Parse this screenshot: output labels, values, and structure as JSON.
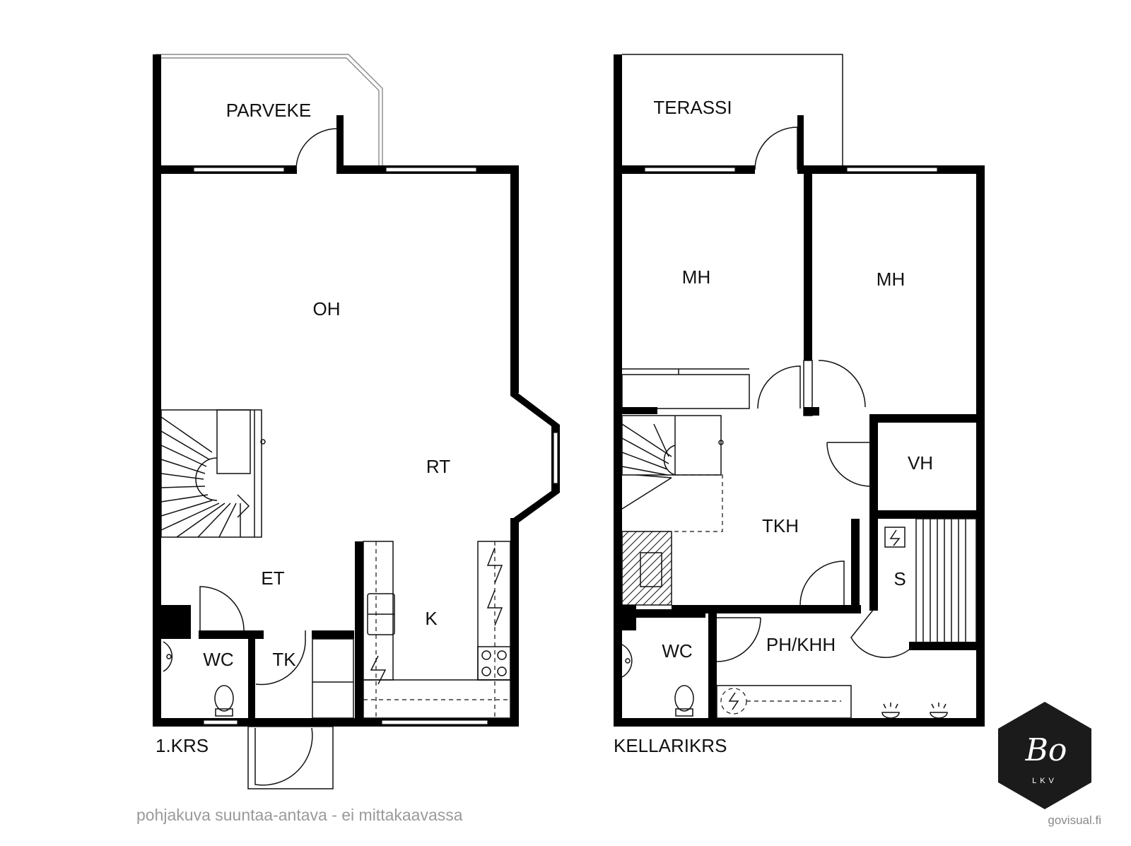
{
  "floor_1": {
    "label": "1.KRS",
    "rooms": {
      "parveke": "PARVEKE",
      "oh": "OH",
      "rt": "RT",
      "et": "ET",
      "k": "K",
      "wc": "WC",
      "tk": "TK"
    }
  },
  "basement": {
    "label": "KELLARIKRS",
    "rooms": {
      "terassi": "TERASSI",
      "mh_left": "MH",
      "mh_right": "MH",
      "vh": "VH",
      "tkh": "TKH",
      "s": "S",
      "wc": "WC",
      "ph_khh": "PH/KHH"
    }
  },
  "footer": {
    "disclaimer": "pohjakuva suuntaa-antava - ei mittakaavassa",
    "credit": "govisual.fi"
  },
  "logo": {
    "monogram": "Bo",
    "sub": "LKV",
    "color": "#1b1b1b"
  }
}
